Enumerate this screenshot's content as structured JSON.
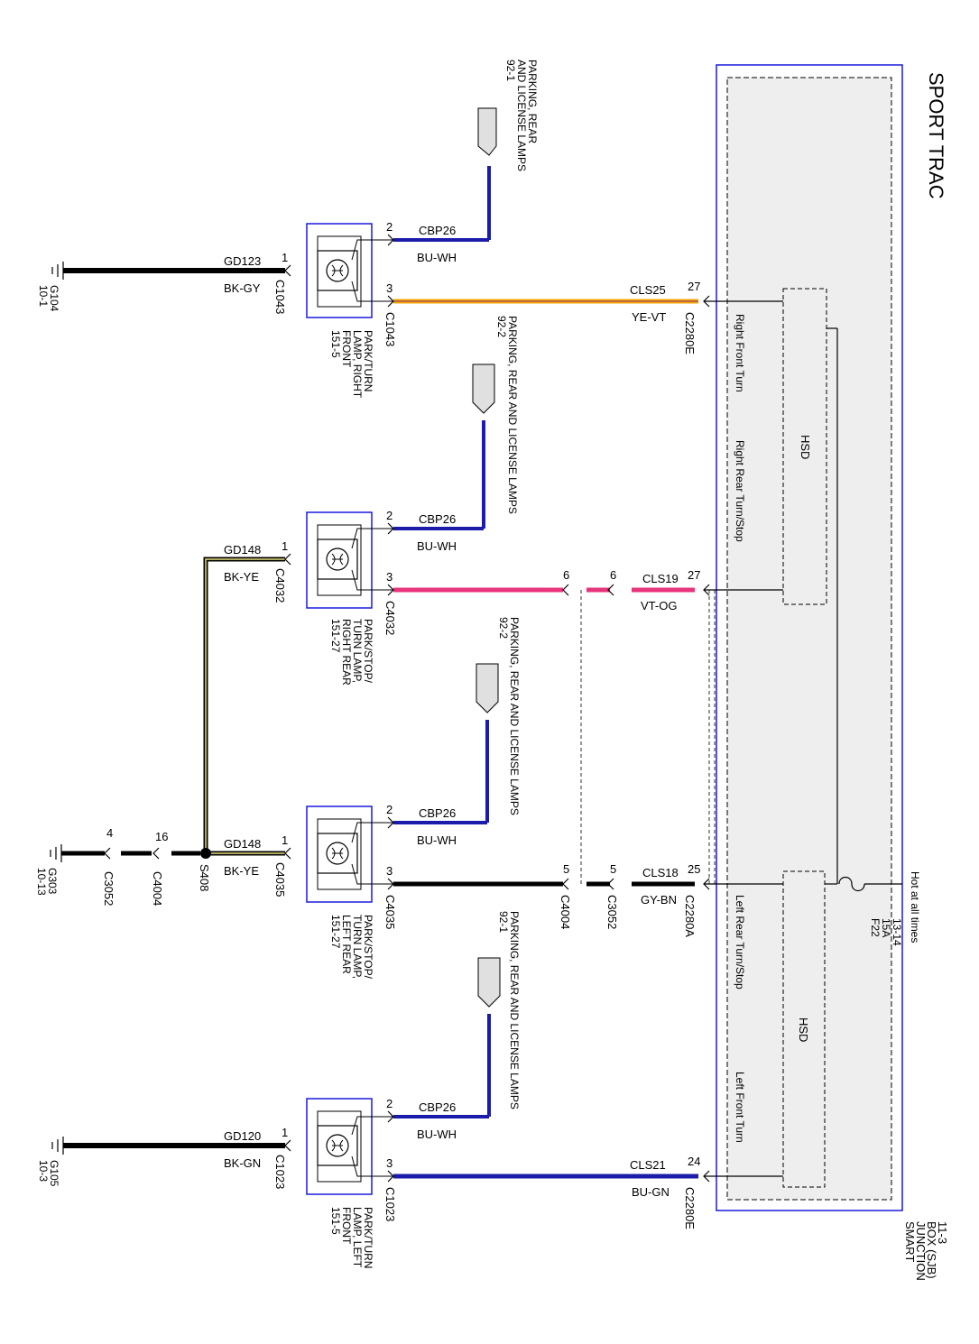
{
  "title": "SPORT TRAC",
  "sjb": {
    "label": [
      "SMART",
      "JUNCTION",
      "BOX (SJB)",
      "11-3"
    ],
    "hot_text": "Hot at all times",
    "fuse": [
      "F22",
      "15A",
      "13-14"
    ],
    "hsd_label": "HSD",
    "outputs": {
      "right_front": "Right Front Turn",
      "right_rear": "Right Rear Turn/Stop",
      "left_rear": "Left Rear Turn/Stop",
      "left_front": "Left Front Turn"
    }
  },
  "colors": {
    "sjb_border": "#1a1adf",
    "sjb_fill": "#eeeeee",
    "lamp_border": "#1a1adf",
    "bu_wh": "#1c1caa",
    "ye_vt": "#f5a800",
    "vt_og": "#e8347a",
    "black": "#000000"
  },
  "circuits": [
    {
      "id": "rf",
      "lamp": [
        "PARK/TURN",
        "LAMP, RIGHT",
        "FRONT",
        "151-5"
      ],
      "supply": {
        "circuit": "CLS25",
        "color": "YE-VT",
        "pin_sjb": "27",
        "connector_sjb": "C2280E",
        "pin_lamp": "3",
        "connector_lamp": "C1043"
      },
      "ground": {
        "circuit": "GD123",
        "color": "BK-GY",
        "pin": "1",
        "connector": "C1043",
        "ground_id": "G104",
        "page": "10-1"
      },
      "park": {
        "circuit": "CBP26",
        "color": "BU-WH",
        "pin": "2",
        "ref": [
          "PARKING, REAR",
          "AND LICENSE LAMPS",
          "92-1"
        ]
      }
    },
    {
      "id": "rr",
      "lamp": [
        "PARK/STOP/",
        "TURN LAMP,",
        "RIGHT REAR",
        "151-27"
      ],
      "supply": {
        "circuit": "CLS19",
        "color": "VT-OG",
        "pin_sjb": "27",
        "pin_mid": "6",
        "pin_mid2": "6",
        "pin_lamp": "3",
        "connector_lamp": "C4032"
      },
      "ground": {
        "circuit": "GD148",
        "color": "BK-YE",
        "pin": "1",
        "connector": "C4032"
      },
      "park": {
        "circuit": "CBP26",
        "color": "BU-WH",
        "pin": "2",
        "ref": [
          "PARKING, REAR AND LICENSE LAMPS",
          "92-2"
        ]
      }
    },
    {
      "id": "lr",
      "lamp": [
        "PARK/STOP/",
        "TURN LAMP,",
        "LEFT REAR",
        "151-27"
      ],
      "supply": {
        "circuit": "CLS18",
        "color": "GY-BN",
        "pin_sjb": "25",
        "connector_sjb": "C2280A",
        "pin_mid": "5",
        "connector_mid": "C3052",
        "pin_mid2": "5",
        "connector_mid2": "C4004",
        "pin_lamp": "3",
        "connector_lamp": "C4035"
      },
      "ground": {
        "circuit": "GD148",
        "color": "BK-YE",
        "pin": "1",
        "connector": "C4035",
        "splice": "S408",
        "pin_a": "16",
        "connector_a": "C4004",
        "pin_b": "4",
        "connector_b": "C3052",
        "ground_id": "G303",
        "page": "10-13"
      },
      "park": {
        "circuit": "CBP26",
        "color": "BU-WH",
        "pin": "2",
        "ref": [
          "PARKING, REAR AND LICENSE LAMPS",
          "92-2"
        ]
      }
    },
    {
      "id": "lf",
      "lamp": [
        "PARK/TURN",
        "LAMP, LEFT",
        "FRONT",
        "151-5"
      ],
      "supply": {
        "circuit": "CLS21",
        "color": "BU-GN",
        "pin_sjb": "24",
        "connector_sjb": "C2280E",
        "pin_lamp": "3",
        "connector_lamp": "C1023"
      },
      "ground": {
        "circuit": "GD120",
        "color": "BK-GN",
        "pin": "1",
        "connector": "C1023",
        "ground_id": "G105",
        "page": "10-3"
      },
      "park": {
        "circuit": "CBP26",
        "color": "BU-WH",
        "pin": "2",
        "ref": [
          "PARKING, REAR AND LICENSE LAMPS",
          "92-1"
        ]
      }
    }
  ]
}
